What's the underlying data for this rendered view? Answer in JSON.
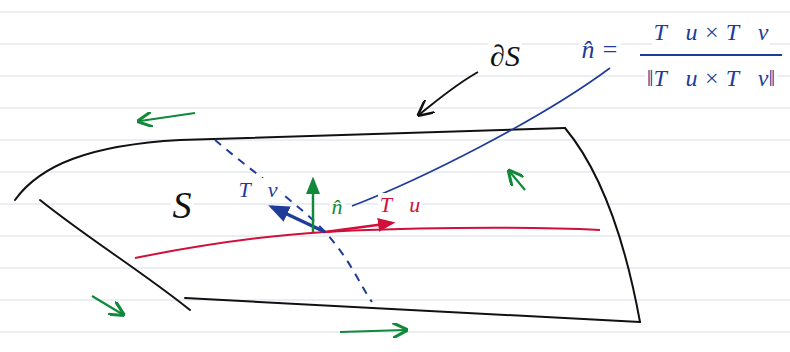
{
  "diagram": {
    "labels": [
      "∂S",
      "S",
      "T⃗v",
      "n̂",
      "T⃗u",
      "n̂ =",
      "T⃗u × T⃗v",
      "‖T⃗u × T⃗v‖"
    ]
  }
}
